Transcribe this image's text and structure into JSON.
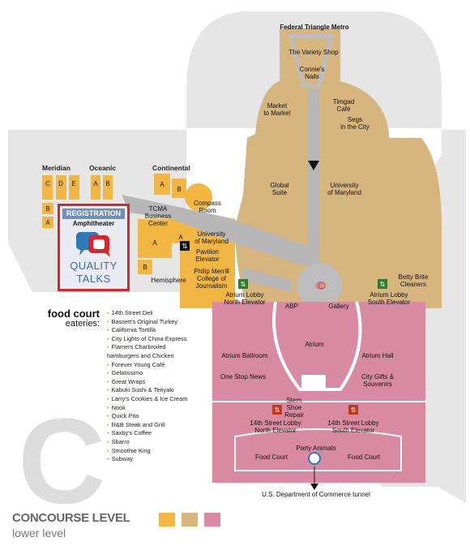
{
  "map": {
    "top_label": "Federal Triangle Metro",
    "bottom_label": "U.S. Department of Commerce tunnel",
    "letter_mark": "C",
    "wings": {
      "meridian": "Meridian",
      "oceanic": "Oceanic",
      "continental": "Continental"
    },
    "rooms": {
      "variety_shop": "The Variety Shop",
      "connies_1": "Connie's",
      "connies_2": "Nails",
      "market_1": "Market",
      "market_2": "to Market",
      "timgad_1": "Timgad",
      "timgad_2": "Café",
      "segs_1": "Segs",
      "segs_2": "in the City",
      "global_1": "Global",
      "global_2": "Suite",
      "umd_1": "University",
      "umd_2": "of Maryland",
      "compass_1": "Compass",
      "compass_2": "Room",
      "tcma_1": "TCMA",
      "tcma_2": "Business",
      "tcma_3": "Center",
      "umd_small_1": "University",
      "umd_small_2": "of Maryland",
      "pavilion_1": "Pavilion",
      "pavilion_2": "Elevator",
      "merrill_1": "Philip Merrill",
      "merrill_2": "College of",
      "merrill_3": "Journalism",
      "hemisphere": "Hemisphere",
      "betty_1": "Betty Brite",
      "betty_2": "Cleaners",
      "atrium_north_1": "Atrium Lobby",
      "atrium_north_2": "North Elevator",
      "atrium_south_1": "Atrium Lobby",
      "atrium_south_2": "South Elevator",
      "abp": "ABP",
      "gallery": "Gallery",
      "atrium": "Atrium",
      "atrium_ballroom": "Atrium Ballroom",
      "atrium_hall": "Atrium Hall",
      "one_stop": "One Stop News",
      "city_gifts_1": "City Gifts &",
      "city_gifts_2": "Souvenirs",
      "stern_1": "Stern",
      "stern_2": "Shoe",
      "stern_3": "Repair",
      "north_14_1": "14th Street Lobby",
      "north_14_2": "North Elevator",
      "south_14_1": "14th Street Lobby",
      "south_14_2": "South Elevator",
      "party": "Party Animals",
      "food_court_l": "Food Court",
      "food_court_r": "Food Court"
    },
    "room_letters": {
      "c": "C",
      "d": "D",
      "e": "E",
      "a1": "A",
      "b1": "B",
      "b_left": "B",
      "a_left": "A",
      "cont_a": "A",
      "cont_b": "B",
      "a_mid": "A",
      "a_small": "A",
      "b_mid": "B"
    },
    "registration": {
      "header": "REGISTRATION",
      "room": "Amphitheater",
      "brand_1": "QUALITY",
      "brand_2": "TALKS"
    }
  },
  "food_court": {
    "title": "food court",
    "subtitle": "eateries:",
    "items": [
      "14th Street Deli",
      "Bassett's Original Turkey",
      "California Tortilla",
      "City Lights of China Express",
      "Flamers Charbroiled hamburgers and Chicken",
      "Forever Young Café",
      "Gelatissimo",
      "Great Wraps",
      "Kabuki Sushi & Teriyaki",
      "Larry's Cookies & Ice Cream",
      "Nook",
      "Quick Pita",
      "R&B Steak and Grill",
      "Saxby's Coffee",
      "Sbarro",
      "Smoothie King",
      "Subway"
    ]
  },
  "legend": {
    "title": "CONCOURSE LEVEL",
    "subtitle": "lower level",
    "swatches": [
      "#f2b642",
      "#d6b57e",
      "#d98aa3"
    ]
  }
}
